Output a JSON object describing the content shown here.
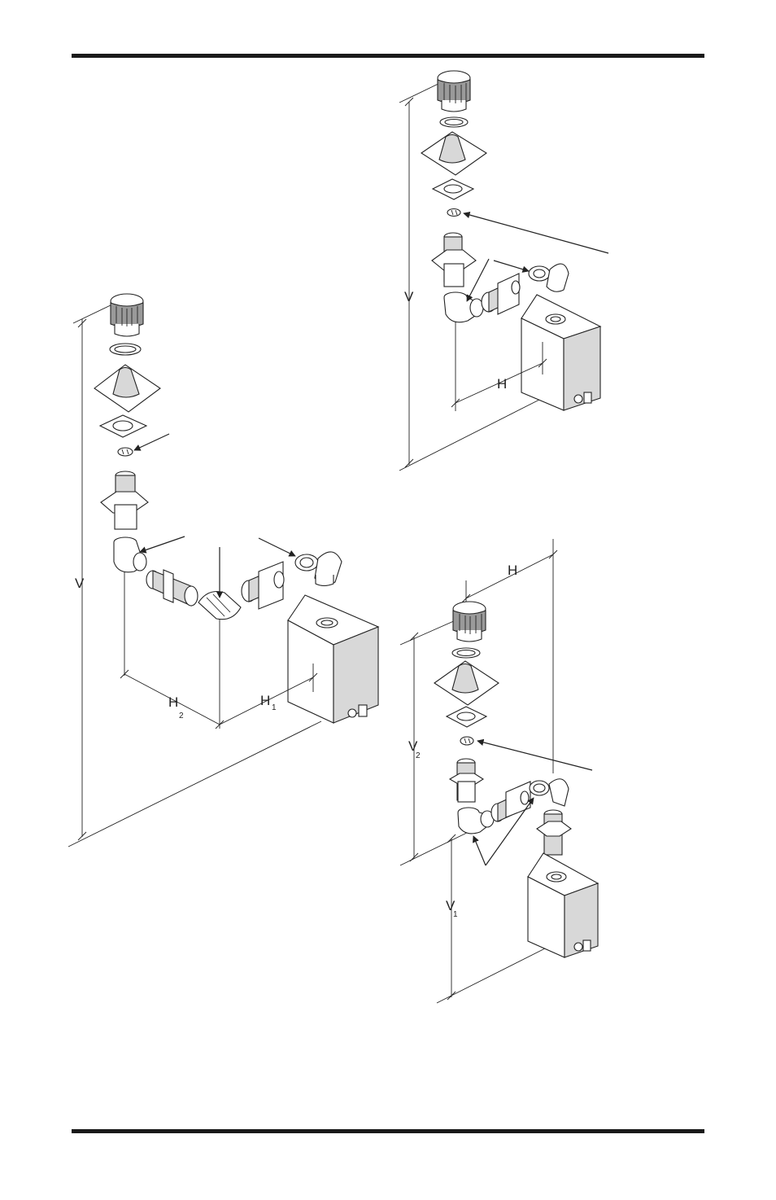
{
  "labels": {
    "diagram_a": {
      "v": "V",
      "h1": "H",
      "h1_sub": "1",
      "h2": "H",
      "h2_sub": "2"
    },
    "diagram_b": {
      "v": "V",
      "h": "H"
    },
    "diagram_c": {
      "h": "H",
      "v1": "V",
      "v1_sub": "1",
      "v2": "V",
      "v2_sub": "2"
    }
  }
}
